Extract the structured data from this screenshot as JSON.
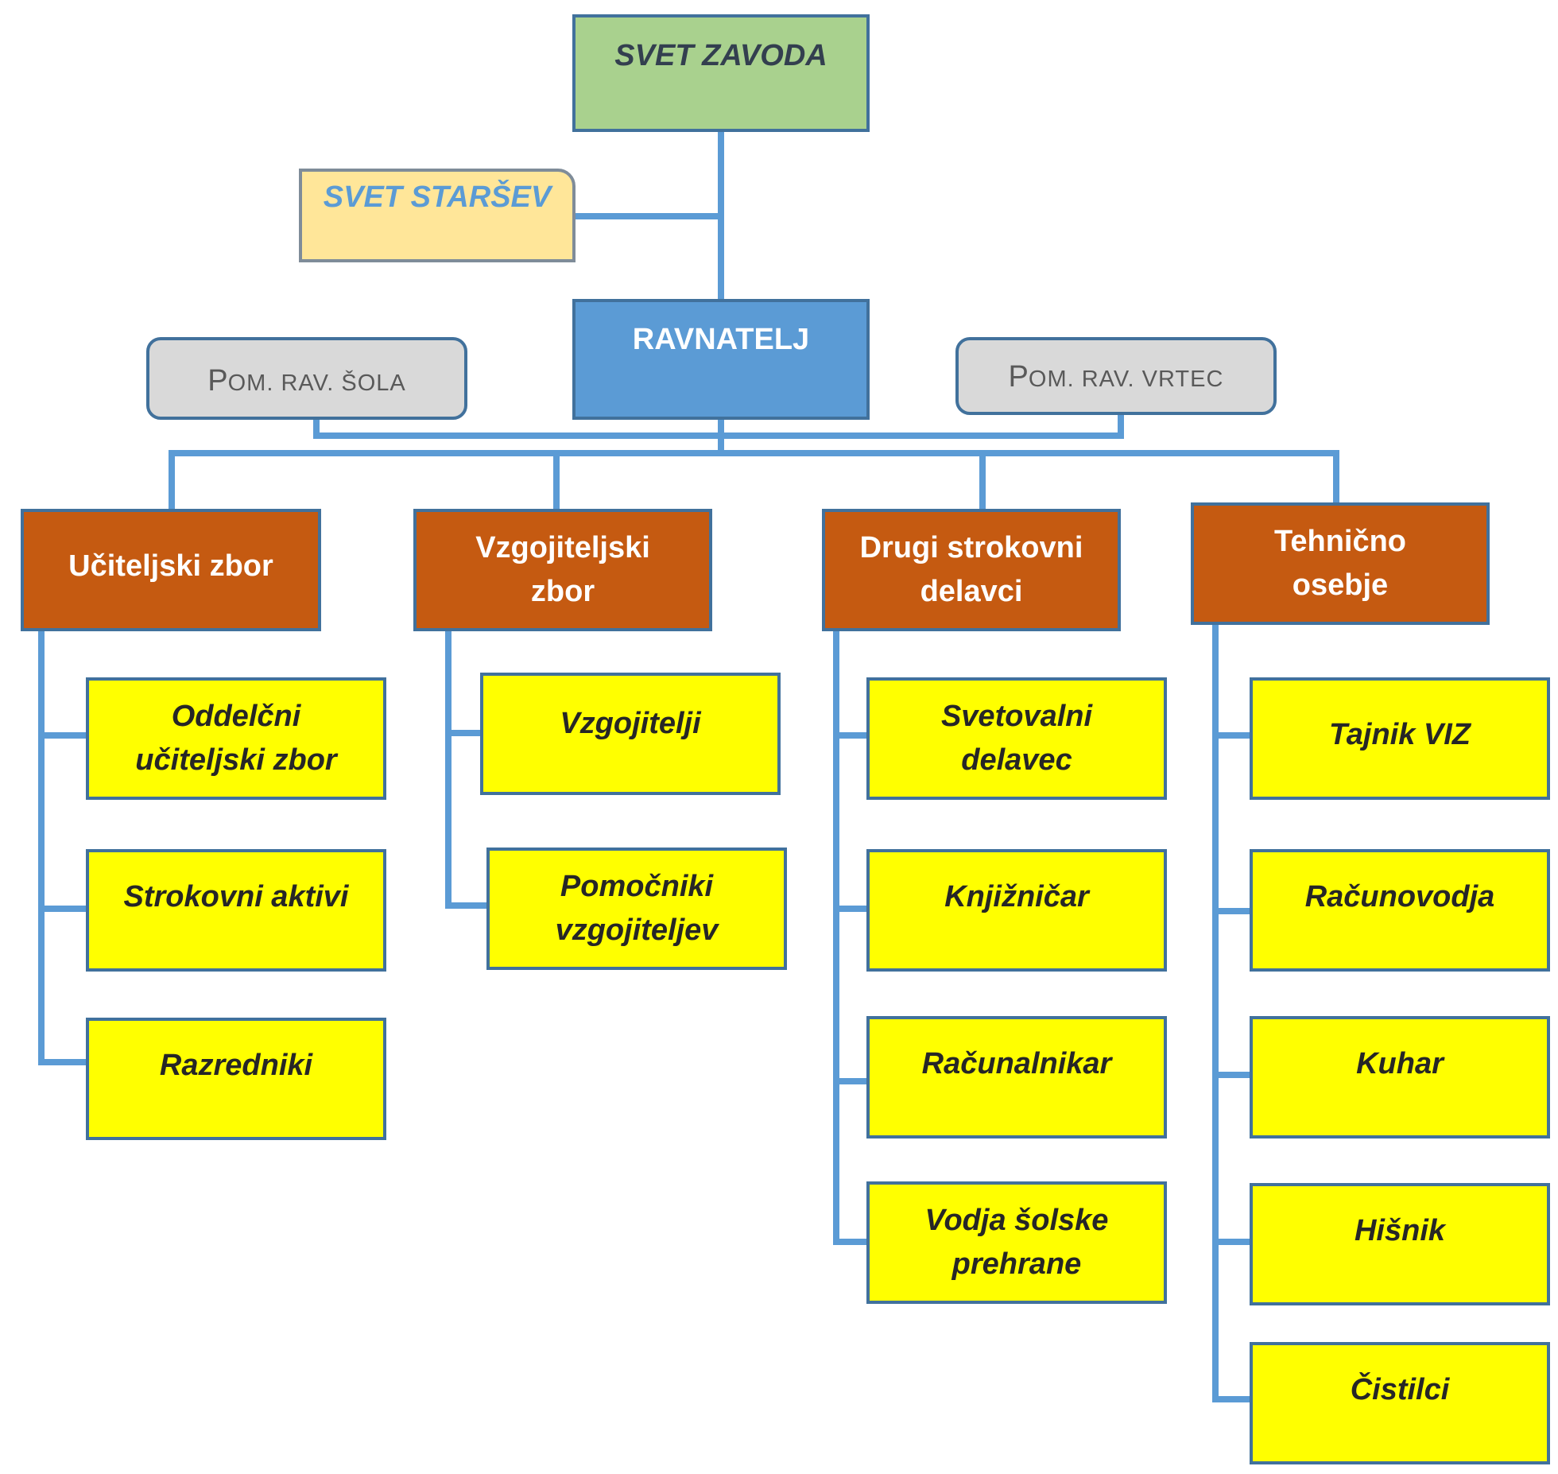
{
  "colors": {
    "connector": "#5b9bd5",
    "svet_zavoda": "#a9d18e",
    "svet_starsev": "#ffe699",
    "ravnatelj": "#5b9bd5",
    "pomocnik": "#d9d9d9",
    "department": "#c55a11",
    "leaf": "#ffff00"
  },
  "top": {
    "svet_zavoda": "SVET ZAVODA",
    "svet_starsev": "SVET STARŠEV",
    "ravnatelj": "RAVNATELJ"
  },
  "assistants": {
    "sola": {
      "prefix": "P",
      "rest": "OM. RAV. ŠOLA"
    },
    "vrtec": {
      "prefix": "P",
      "rest": "OM. RAV. VRTEC"
    }
  },
  "departments": [
    {
      "label": "Učiteljski zbor",
      "children": [
        "Oddelčni\nučiteljski zbor",
        "Strokovni aktivi",
        "Razredniki"
      ]
    },
    {
      "label": "Vzgojiteljski\nzbor",
      "children": [
        "Vzgojitelji",
        "Pomočniki\nvzgojiteljev"
      ]
    },
    {
      "label": "Drugi strokovni\ndelavci",
      "children": [
        "Svetovalni\ndelavec",
        "Knjižničar",
        "Računalnikar",
        "Vodja šolske\nprehrane"
      ]
    },
    {
      "label": "Tehnično\nosebje",
      "children": [
        "Tajnik VIZ",
        "Računovodja",
        "Kuhar",
        "Hišnik",
        "Čistilci"
      ]
    }
  ]
}
